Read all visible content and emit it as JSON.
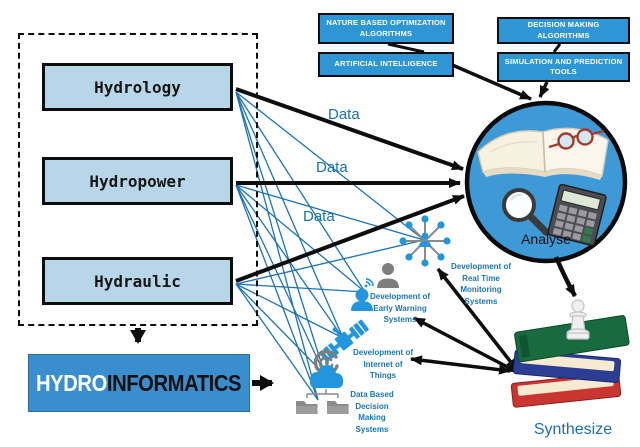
{
  "title": "Hydroinformatics concept diagram",
  "left_panel": {
    "boxes": [
      {
        "label": "Hydrology"
      },
      {
        "label": "Hydropower"
      },
      {
        "label": "Hydraulic"
      }
    ]
  },
  "hydroinformatics": {
    "hydro": "HYDRO",
    "informatics": "INFORMATICS"
  },
  "method_boxes": [
    {
      "label": "NATURE BASED OPTIMIZATION ALGORITHMS"
    },
    {
      "label": "ARTIFICIAL INTELLIGENCE"
    },
    {
      "label": "DECISION MAKING ALGORITHMS"
    },
    {
      "label": "SIMULATION AND PREDICTION TOOLS"
    }
  ],
  "flow": {
    "data_labels": [
      "Data",
      "Data",
      "Data"
    ],
    "analyse": "Analyse",
    "synthesize": "Synthesize"
  },
  "systems": [
    {
      "label": "Development of Real Time Monitoring Systems"
    },
    {
      "label": "Development of Early Warning Systems"
    },
    {
      "label": "Development of Internet of Things"
    },
    {
      "label": "Data Based Decision Making Systems"
    }
  ],
  "icons": [
    "network-hub-icon",
    "person-gray-icon",
    "person-blue-icon",
    "wifi-icon",
    "satellite-icon",
    "spiral-icon",
    "cloud-icon",
    "folder-icon",
    "book-icon",
    "glasses-icon",
    "magnifier-icon",
    "calculator-icon",
    "chess-piece-icon",
    "book-stack-icon"
  ],
  "colors": {
    "panel_fill": "#b7d7e8",
    "method_fill": "#2e96d5",
    "hydro_fill": "#3a8ecd",
    "circle_fill": "#3d9ad7",
    "mesh_blue": "#1e72b8",
    "label_blue": "#1a75bb",
    "icon_blue": "#2196dd",
    "icon_gray": "#7d7d7d",
    "arrow_black": "#0d0d0d"
  }
}
